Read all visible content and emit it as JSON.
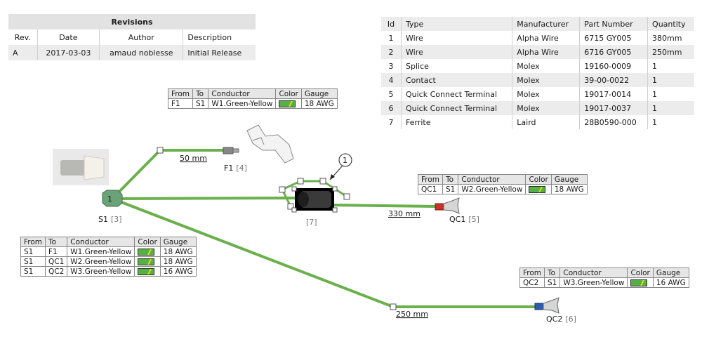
{
  "revisions": {
    "title": "Revisions",
    "headers": [
      "Rev.",
      "Date",
      "Author",
      "Description"
    ],
    "rows": [
      [
        "A",
        "2017-03-03",
        "amaud noblesse",
        "Initial Release"
      ]
    ]
  },
  "bom": {
    "headers": [
      "Id",
      "Type",
      "Manufacturer",
      "Part Number",
      "Quantity"
    ],
    "rows": [
      [
        "1",
        "Wire",
        "Alpha Wire",
        "6715 GY005",
        "380mm"
      ],
      [
        "2",
        "Wire",
        "Alpha Wire",
        "6716 GY005",
        "250mm"
      ],
      [
        "3",
        "Splice",
        "Molex",
        "19160-0009",
        "1"
      ],
      [
        "4",
        "Contact",
        "Molex",
        "39-00-0022",
        "1"
      ],
      [
        "5",
        "Quick Connect Terminal",
        "Molex",
        "19017-0014",
        "1"
      ],
      [
        "6",
        "Quick Connect Terminal",
        "Molex",
        "19017-0037",
        "1"
      ],
      [
        "7",
        "Ferrite",
        "Laird",
        "28B0590-000",
        "1"
      ]
    ]
  },
  "conn_headers": [
    "From",
    "To",
    "Conductor",
    "Color",
    "Gauge"
  ],
  "conn_f1": {
    "rows": [
      [
        "F1",
        "S1",
        "W1.Green-Yellow",
        "18 AWG"
      ]
    ]
  },
  "conn_qc1": {
    "rows": [
      [
        "QC1",
        "S1",
        "W2.Green-Yellow",
        "18 AWG"
      ]
    ]
  },
  "conn_s1": {
    "rows": [
      [
        "S1",
        "F1",
        "W1.Green-Yellow",
        "18 AWG"
      ],
      [
        "S1",
        "QC1",
        "W2.Green-Yellow",
        "18 AWG"
      ],
      [
        "S1",
        "QC2",
        "W3.Green-Yellow",
        "16 AWG"
      ]
    ]
  },
  "conn_qc2": {
    "rows": [
      [
        "QC2",
        "S1",
        "W3.Green-Yellow",
        "16 AWG"
      ]
    ]
  },
  "wire_color": "#6ab04c",
  "labels": {
    "s1_name": "S1",
    "s1_ref": "[3]",
    "s1_num": "1",
    "f1_name": "F1",
    "f1_ref": "[4]",
    "qc1_name": "QC1",
    "qc1_ref": "[5]",
    "qc2_name": "QC2",
    "qc2_ref": "[6]",
    "ferrite_ref": "[7]",
    "callout": "1",
    "len_f1": "50 mm",
    "len_qc1": "330 mm",
    "len_qc2": "250 mm"
  }
}
